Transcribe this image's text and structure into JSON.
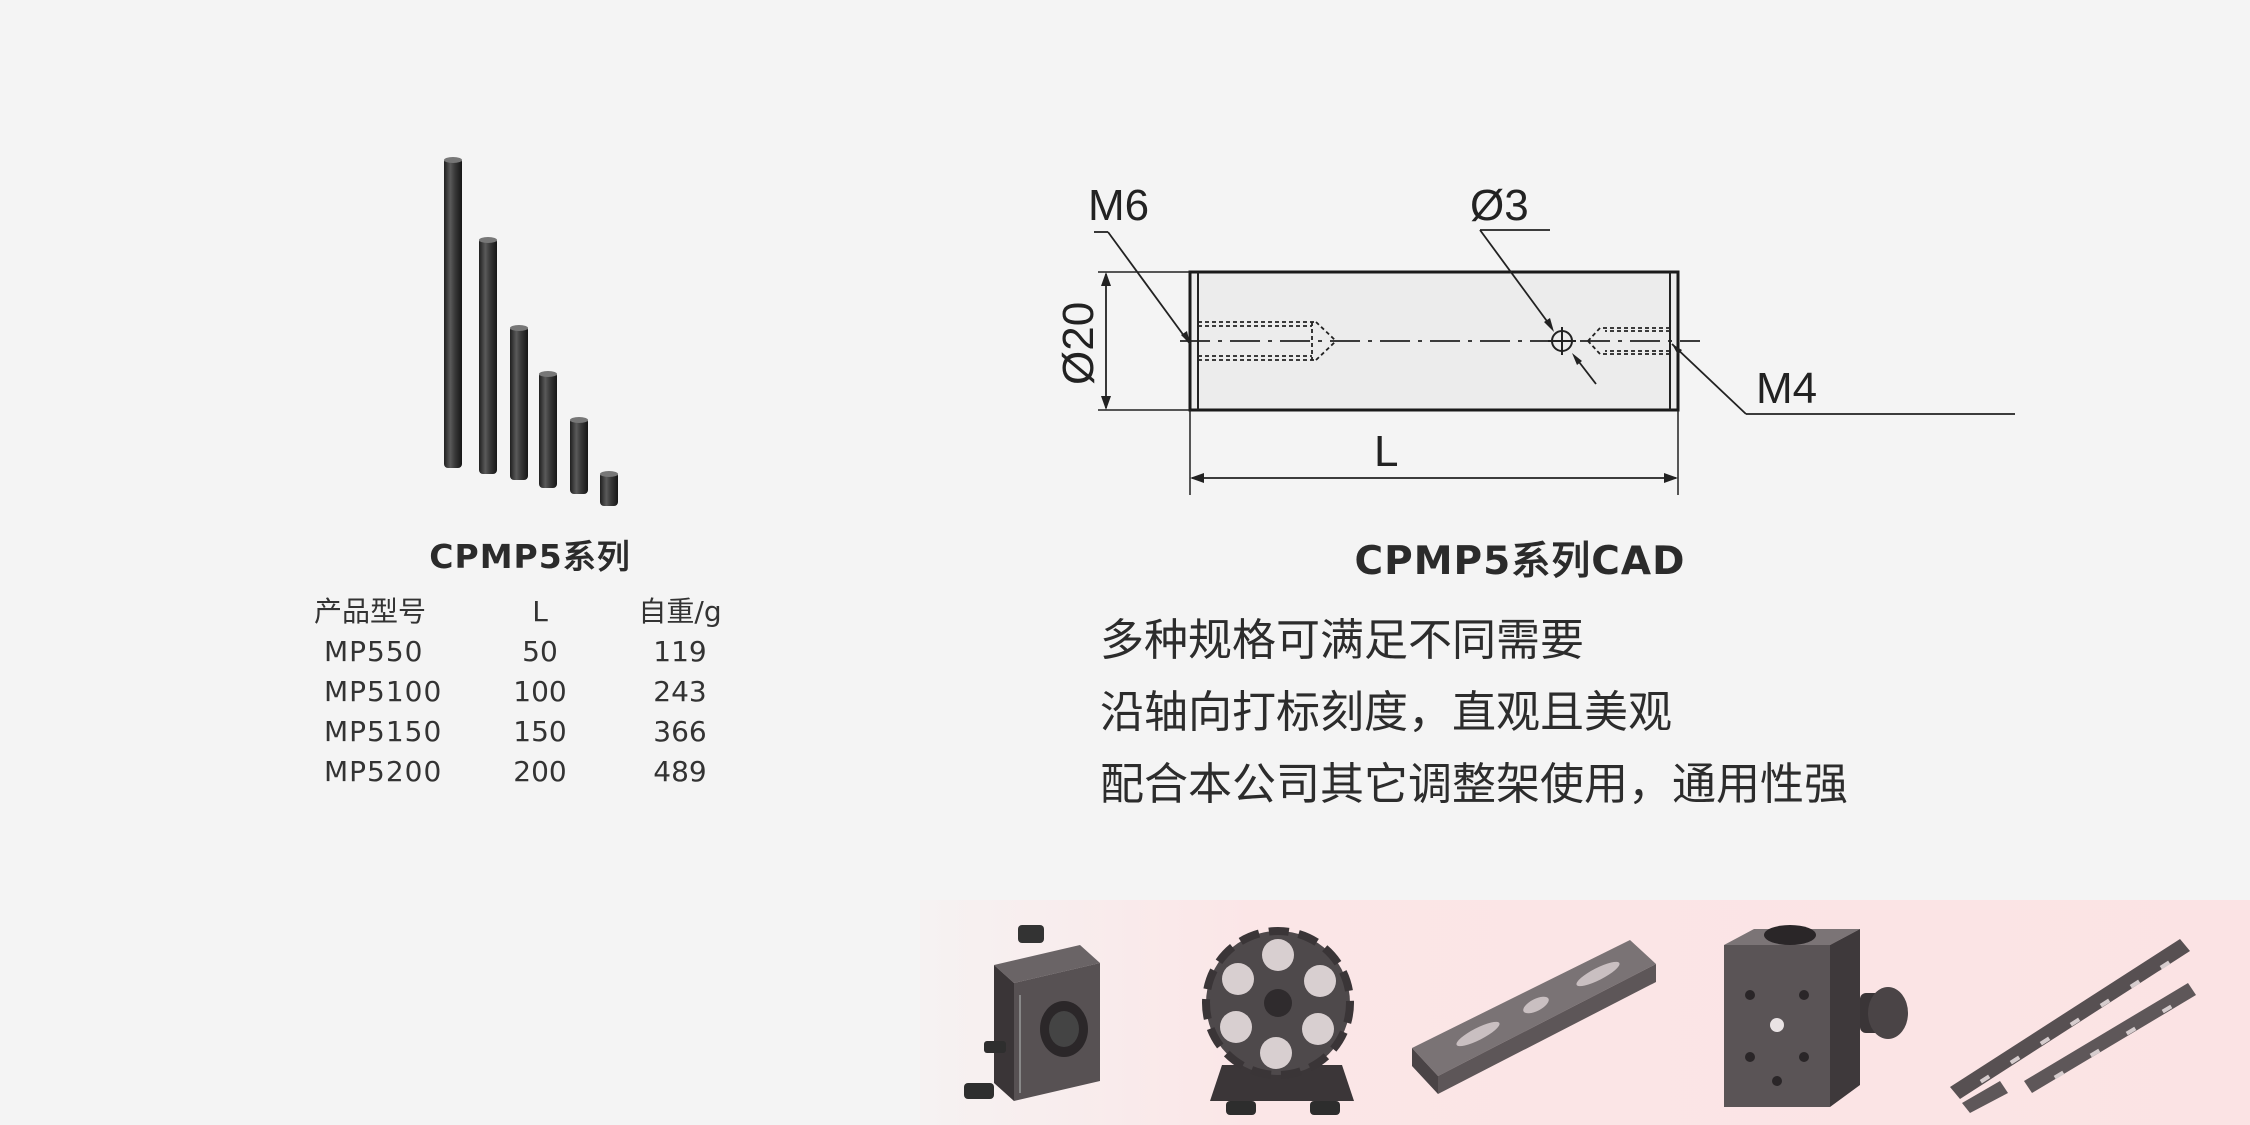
{
  "product": {
    "series_title": "CPMP5系列",
    "table": {
      "headers": [
        "产品型号",
        "L",
        "自重/g"
      ],
      "rows": [
        [
          "MP550",
          "50",
          "119"
        ],
        [
          "MP5100",
          "100",
          "243"
        ],
        [
          "MP5150",
          "150",
          "366"
        ],
        [
          "MP5200",
          "200",
          "489"
        ]
      ]
    }
  },
  "cad": {
    "title": "CPMP5系列CAD",
    "labels": {
      "m6": "M6",
      "hole": "Ø3",
      "diameter": "Ø20",
      "m4": "M4",
      "length": "L"
    }
  },
  "features": [
    "多种规格可满足不同需要",
    "沿轴向打标刻度，直观且美观",
    "配合本公司其它调整架使用，通用性强"
  ],
  "accessories": [
    "mirror-mount",
    "filter-wheel",
    "slotted-bar",
    "post-clamp",
    "slotted-plates"
  ],
  "colors": {
    "background": "#f4f4f4",
    "band": "#fbe4e5",
    "rod": "#2e2e2e",
    "accessory": "#4a4547",
    "text": "#2a2a2a"
  }
}
